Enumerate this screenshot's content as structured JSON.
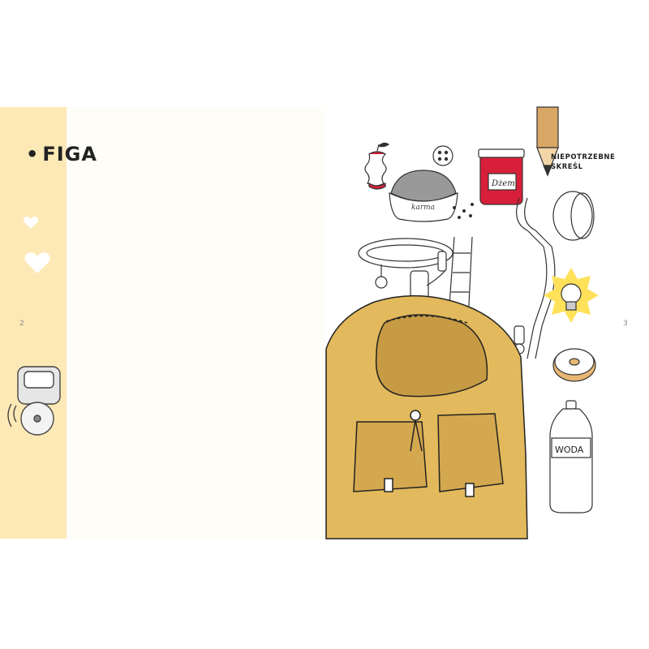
{
  "left_page": {
    "page_number": "2",
    "heading": "FIGA",
    "paragraphs": [
      "",
      "",
      "",
      "",
      "",
      "",
      ""
    ]
  },
  "right_page": {
    "page_number": "3",
    "task_label": "NIEPOTRZEBNE SKREŚL",
    "side_note": "",
    "item_labels": {
      "karma": "karma",
      "dzem": "Dżem",
      "woda": "WODA"
    }
  },
  "colors": {
    "page_band": "#fde9b6",
    "backpack": "#e2b95c",
    "jam_lid": "#d81f3a",
    "bulb_glow": "#ffe15a",
    "donut": "#e8b773"
  },
  "icons": [
    "bullet-dot-icon",
    "heart-icon",
    "cat-toy-icon",
    "apple-core-icon",
    "button-icon",
    "pet-food-bowl-icon",
    "jam-jar-icon",
    "pencil-icon",
    "leash-icon",
    "collar-icon",
    "paint-roller-icon",
    "ladder-icon",
    "light-bulb-icon",
    "donut-icon",
    "water-bottle-icon",
    "backpack-icon"
  ]
}
